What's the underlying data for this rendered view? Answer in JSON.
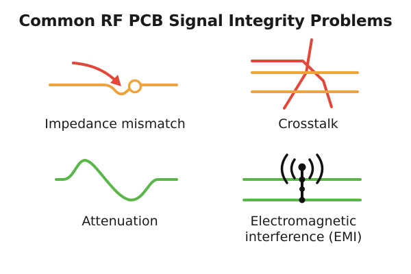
{
  "title": "Common RF PCB Signal Integrity Problems",
  "colors": {
    "trace_orange": "#f0a33c",
    "arrow_red": "#e2483a",
    "trace_green": "#5ab648",
    "text": "#1a1a1a",
    "antenna": "#111111"
  },
  "panels": [
    {
      "id": "impedance",
      "icon": "impedance-mismatch-icon",
      "labels": [
        "Impedance mismatch"
      ]
    },
    {
      "id": "crosstalk",
      "icon": "crosstalk-icon",
      "labels": [
        "Crosstalk"
      ]
    },
    {
      "id": "attenuation",
      "icon": "attenuation-wave-icon",
      "labels": [
        "Attenuation"
      ]
    },
    {
      "id": "emi",
      "icon": "emi-antenna-icon",
      "labels": [
        "Electromagnetic",
        "interference (EMI)"
      ]
    }
  ]
}
